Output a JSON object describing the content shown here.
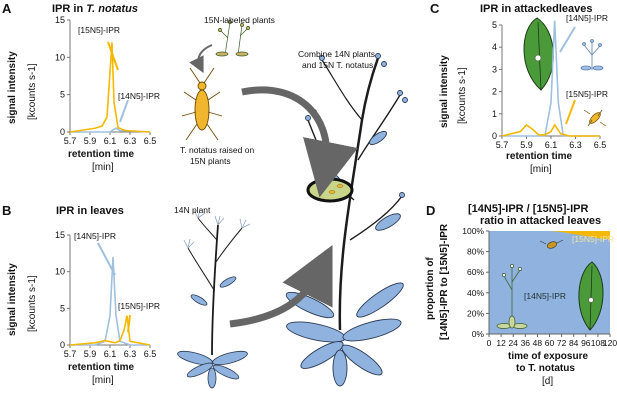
{
  "colors": {
    "iprUnlabeled": "#9fc0e0",
    "iprLabeled": "#f5b800",
    "leaf": "#8fb3de",
    "leafStroke": "#2b3b55",
    "insect": "#f0b62e",
    "stem": "#1c1c1c",
    "arrow": "#666666",
    "bgD": "#8fb3de",
    "leafGreen": "#4a9a3a"
  },
  "panelA": {
    "letter": "A",
    "title": "IPR in ",
    "title_italic": "T. notatus",
    "ylabel": "signal intensity",
    "yunit": "[kcounts s-1]",
    "xlabel": "retention time",
    "xunit": "[min]",
    "xticks": [
      "5.7",
      "5.9",
      "6.1",
      "6.3",
      "6.5"
    ],
    "yticks": [
      "0",
      "5",
      "10",
      "15"
    ],
    "label15": "[15N5]-IPR",
    "label14": "[14N5]-IPR",
    "plants_note": "15N-labeled plants",
    "insect_note": "T. notatus raised on",
    "insect_note2": "15N plants"
  },
  "panelB": {
    "letter": "B",
    "title": "IPR in leaves",
    "plant_note": "14N plant",
    "ylabel": "signal intensity",
    "yunit": "[kcounts s-1]",
    "xlabel": "retention time",
    "xunit": "[min]",
    "xticks": [
      "5.7",
      "5.9",
      "6.1",
      "6.3",
      "6.5"
    ],
    "yticks": [
      "0",
      "5",
      "10",
      "15"
    ],
    "label14": "[14N5]-IPR",
    "label15": "[15N5]-IPR"
  },
  "panelCenter": {
    "line1": "Combine 14N plants",
    "line2": "and 15N T. notatus"
  },
  "panelC": {
    "letter": "C",
    "title": "IPR in attackedleaves",
    "ylabel": "signal intensity",
    "yunit": "[kcounts s-1]",
    "xlabel": "retention time",
    "xunit": "[min]",
    "xticks": [
      "5.7",
      "5.9",
      "6.1",
      "6.3",
      "6.5"
    ],
    "yticks": [
      "0",
      "1",
      "2",
      "3",
      "4",
      "5"
    ],
    "label14": "[14N5]-IPR",
    "label15": "[15N5]-IPR"
  },
  "panelD": {
    "letter": "D",
    "title1": "[14N5]-IPR / [15N5]-IPR",
    "title2": "ratio in attacked leaves",
    "ylabel1": "proportion of",
    "ylabel2": "[14N5]-IPR to [15N5]-IPR",
    "xlabel1": "time of exposure",
    "xlabel2": "to T. notatus",
    "xunit": "[d]",
    "xticks": [
      "0",
      "12",
      "24",
      "36",
      "48",
      "60",
      "72",
      "84",
      "96",
      "108",
      "120"
    ],
    "yticks": [
      "0%",
      "20%",
      "40%",
      "60%",
      "80%",
      "100%"
    ],
    "label14": "[14N5]-IPR",
    "label15": "[15N5]-IPR"
  },
  "chart_data": [
    {
      "type": "line",
      "panel": "A",
      "xlim": [
        5.7,
        6.5
      ],
      "ylim": [
        0,
        15
      ],
      "series": [
        {
          "name": "[15N5]-IPR",
          "x": [
            5.7,
            5.85,
            5.95,
            6.02,
            6.07,
            6.1,
            6.12,
            6.14,
            6.18,
            6.25,
            6.5
          ],
          "y": [
            0,
            0.3,
            0.5,
            0.8,
            2,
            8,
            12,
            4,
            0.6,
            0.2,
            0
          ]
        },
        {
          "name": "[14N5]-IPR",
          "x": [
            5.7,
            6.1,
            6.13,
            6.16,
            6.2,
            6.5
          ],
          "y": [
            0,
            0,
            0.3,
            0.5,
            0.2,
            0
          ]
        }
      ]
    },
    {
      "type": "line",
      "panel": "B",
      "xlim": [
        5.7,
        6.5
      ],
      "ylim": [
        0,
        15
      ],
      "series": [
        {
          "name": "[14N5]-IPR",
          "x": [
            5.7,
            5.95,
            6.05,
            6.1,
            6.13,
            6.16,
            6.2,
            6.3,
            6.5
          ],
          "y": [
            0,
            0,
            0.5,
            4,
            12,
            4,
            0.5,
            0,
            0
          ]
        },
        {
          "name": "[15N5]-IPR",
          "x": [
            5.7,
            5.95,
            6.05,
            6.15,
            6.2,
            6.24,
            6.27,
            6.3,
            6.5
          ],
          "y": [
            0,
            0.3,
            0.6,
            0.3,
            0.6,
            2,
            4,
            0.5,
            0
          ]
        }
      ]
    },
    {
      "type": "line",
      "panel": "C",
      "xlim": [
        5.7,
        6.5
      ],
      "ylim": [
        0,
        5
      ],
      "series": [
        {
          "name": "[14N5]-IPR",
          "x": [
            5.7,
            6.05,
            6.1,
            6.13,
            6.16,
            6.2,
            6.5
          ],
          "y": [
            0,
            0,
            1.5,
            5.2,
            1.5,
            0,
            0
          ]
        },
        {
          "name": "[15N5]-IPR",
          "x": [
            5.7,
            5.85,
            5.9,
            5.95,
            6.0,
            6.05,
            6.1,
            6.13,
            6.18,
            6.25,
            6.5
          ],
          "y": [
            0,
            0.2,
            0.5,
            0.3,
            0.05,
            0.05,
            0.2,
            0.5,
            0.1,
            0,
            0
          ]
        }
      ]
    },
    {
      "type": "area",
      "panel": "D",
      "xlim": [
        0,
        120
      ],
      "ylim": [
        0,
        100
      ],
      "series": [
        {
          "name": "[14N5]-IPR",
          "x": [
            0,
            60,
            72,
            84,
            96,
            108,
            120
          ],
          "y": [
            100,
            100,
            99,
            97,
            95,
            93,
            92
          ]
        },
        {
          "name": "[15N5]-IPR",
          "x": [
            0,
            60,
            72,
            84,
            96,
            108,
            120
          ],
          "y": [
            0,
            0,
            1,
            3,
            5,
            7,
            8
          ]
        }
      ]
    }
  ]
}
